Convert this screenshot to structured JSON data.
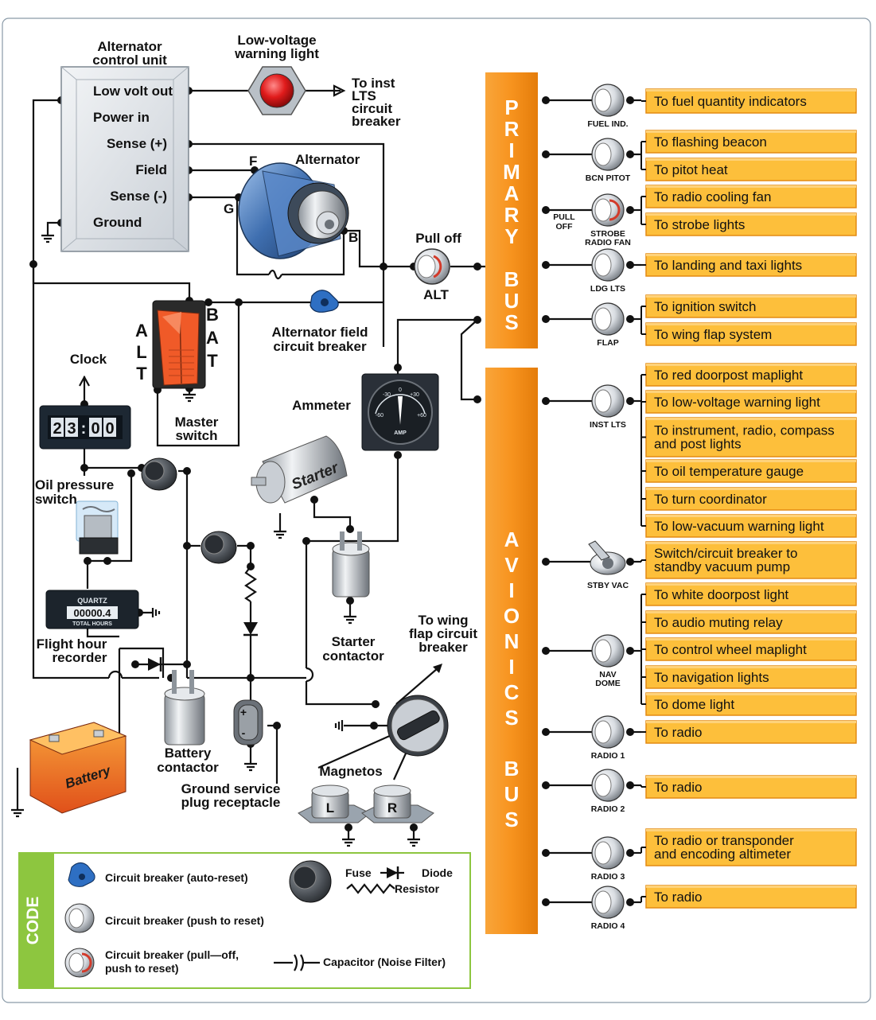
{
  "components": {
    "acu_title": [
      "Alternator",
      "control unit"
    ],
    "acu_pins": [
      "Low volt out",
      "Power in",
      "Sense (+)",
      "Field",
      "Sense (-)",
      "Ground"
    ],
    "low_voltage_light": [
      "Low-voltage",
      "warning light"
    ],
    "to_inst_lts": [
      "To inst",
      "LTS",
      "circuit",
      "breaker"
    ],
    "alternator": "Alternator",
    "alt_terminals": [
      "F",
      "G",
      "B"
    ],
    "pull_off": "Pull off",
    "alt_label": "ALT",
    "alt_field_cb": [
      "Alternator field",
      "circuit breaker"
    ],
    "master_switch": [
      "Master",
      "switch"
    ],
    "switch_alt_letters": [
      "A",
      "L",
      "T"
    ],
    "switch_bat_letters": [
      "B",
      "A",
      "T"
    ],
    "clock": "Clock",
    "clock_display": [
      "2",
      "3",
      ":",
      "0",
      "0"
    ],
    "oil_pressure_switch": [
      "Oil pressure",
      "switch"
    ],
    "hour_meter_brand": "QUARTZ",
    "hour_meter_digits": "00000.4",
    "hour_meter_caption": "TOTAL HOURS",
    "flight_hour_recorder": [
      "Flight hour",
      "recorder"
    ],
    "ammeter": "Ammeter",
    "ammeter_scale": [
      "-30",
      "0",
      "+30",
      "-60",
      "+60"
    ],
    "ammeter_unit": "AMP",
    "starter": "Starter",
    "starter_contactor": [
      "Starter",
      "contactor"
    ],
    "to_wing_flap": [
      "To wing",
      "flap circuit",
      "breaker"
    ],
    "battery": "Battery",
    "battery_contactor": [
      "Battery",
      "contactor"
    ],
    "ground_service": [
      "Ground service",
      "plug receptacle"
    ],
    "plug_polarity": [
      "+",
      "-"
    ],
    "magnetos": "Magnetos",
    "magneto_letters": [
      "L",
      "R"
    ]
  },
  "buses": {
    "primary_letters": [
      "P",
      "R",
      "I",
      "M",
      "A",
      "R",
      "Y",
      "",
      "B",
      "U",
      "S"
    ],
    "avionics_letters": [
      "A",
      "V",
      "I",
      "O",
      "N",
      "I",
      "C",
      "S",
      "",
      "B",
      "U",
      "S"
    ],
    "pull_off_small": [
      "PULL",
      "OFF"
    ],
    "breakers": [
      {
        "id": "fuel",
        "label": [
          "FUEL IND."
        ],
        "type": "push"
      },
      {
        "id": "bcn",
        "label": [
          "BCN PITOT"
        ],
        "type": "push"
      },
      {
        "id": "strobe",
        "label": [
          "STROBE",
          "RADIO FAN"
        ],
        "type": "pull"
      },
      {
        "id": "ldg",
        "label": [
          "LDG LTS"
        ],
        "type": "push"
      },
      {
        "id": "flap",
        "label": [
          "FLAP"
        ],
        "type": "push"
      },
      {
        "id": "inst",
        "label": [
          "INST LTS"
        ],
        "type": "push"
      },
      {
        "id": "stby",
        "label": [
          "STBY VAC"
        ],
        "type": "toggle"
      },
      {
        "id": "nav",
        "label": [
          "NAV",
          "DOME"
        ],
        "type": "push"
      },
      {
        "id": "radio1",
        "label": [
          "RADIO 1"
        ],
        "type": "push"
      },
      {
        "id": "radio2",
        "label": [
          "RADIO 2"
        ],
        "type": "push"
      },
      {
        "id": "radio3",
        "label": [
          "RADIO 3"
        ],
        "type": "push"
      },
      {
        "id": "radio4",
        "label": [
          "RADIO 4"
        ],
        "type": "push"
      }
    ],
    "destinations": [
      [
        "To fuel quantity indicators"
      ],
      [
        "To flashing beacon"
      ],
      [
        "To pitot heat"
      ],
      [
        "To radio cooling fan"
      ],
      [
        "To strobe lights"
      ],
      [
        "To landing and taxi lights"
      ],
      [
        "To ignition switch"
      ],
      [
        "To wing flap system"
      ],
      [
        "To red doorpost maplight"
      ],
      [
        "To low-voltage warning light"
      ],
      [
        "To instrument, radio, compass",
        "and post lights"
      ],
      [
        "To oil temperature gauge"
      ],
      [
        "To turn coordinator"
      ],
      [
        "To low-vacuum warning light"
      ],
      [
        "Switch/circuit breaker to",
        "standby vacuum pump"
      ],
      [
        "To white doorpost light"
      ],
      [
        "To audio muting relay"
      ],
      [
        "To control wheel maplight"
      ],
      [
        "To navigation lights"
      ],
      [
        "To dome light"
      ],
      [
        "To radio"
      ],
      [
        "To radio"
      ],
      [
        "To radio or transponder",
        "and encoding altimeter"
      ],
      [
        "To radio"
      ]
    ]
  },
  "legend": {
    "title": "CODE",
    "cb_auto": "Circuit breaker (auto-reset)",
    "cb_push": "Circuit breaker (push to reset)",
    "cb_pull": [
      "Circuit breaker (pull—off,",
      "push to reset)"
    ],
    "fuse": "Fuse",
    "diode": "Diode",
    "resistor": "Resistor",
    "capacitor": "Capacitor (Noise Filter)"
  },
  "colors": {
    "bus_orange": "#f7931e",
    "dest_fill": "#fdbf3b",
    "dest_border": "#e38a12",
    "legend_green": "#8dc63f",
    "lamp_red": "#e01b1b",
    "switch_red": "#e8461e",
    "alternator_blue": "#3f6fb0"
  }
}
